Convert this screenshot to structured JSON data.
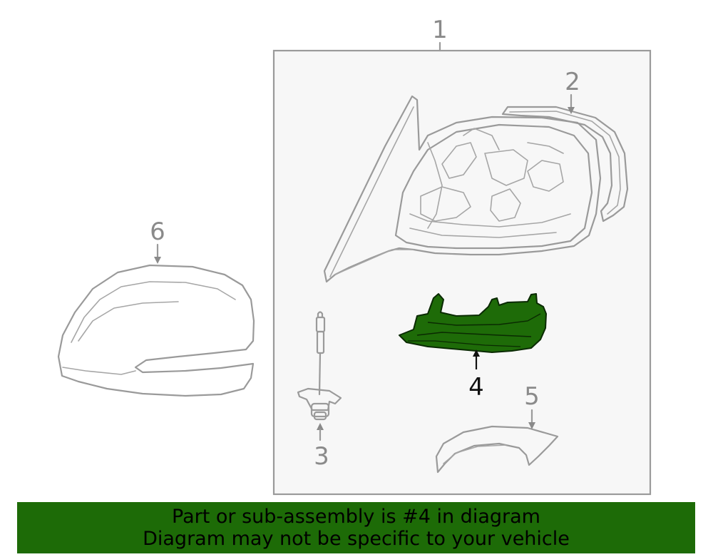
{
  "diagram": {
    "callouts": [
      {
        "number": "1",
        "part": "mirror-assembly"
      },
      {
        "number": "2",
        "part": "mirror-glass"
      },
      {
        "number": "3",
        "part": "motor"
      },
      {
        "number": "4",
        "part": "signal-lamp",
        "highlighted": true
      },
      {
        "number": "5",
        "part": "trim"
      },
      {
        "number": "6",
        "part": "cover"
      }
    ],
    "colors": {
      "highlight_fill": "#1e6b08",
      "line": "#9a9a9a",
      "panel_background": "#f7f7f7",
      "banner_background": "#1d6b07"
    }
  },
  "banner": {
    "line1": "Part or sub-assembly is #4 in diagram",
    "line2": "Diagram may not be specific to your vehicle"
  }
}
